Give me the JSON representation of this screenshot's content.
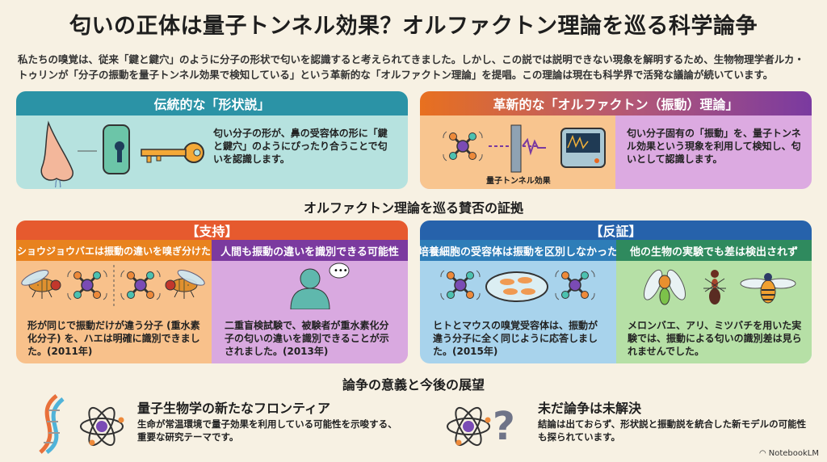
{
  "title": "匂いの正体は量子トンネル効果？オルファクトン理論を巡る科学論争",
  "intro": "私たちの嗅覚は、従来「鍵と鍵穴」のように分子の形状で匂いを認識すると考えられてきました。しかし、この説では説明できない現象を解明するため、生物物理学者ルカ・トゥリンが「分子の振動を量子トンネル効果で検知している」という革新的な「オルファクトン理論」を提唱。この理論は現在も科学界で活発な議論が続いています。",
  "shape_theory": {
    "title": "伝統的な「形状説」",
    "text": "匂い分子の形が、鼻の受容体の形に「鍵と鍵穴」のようにぴったり合うことで匂いを認識します。"
  },
  "vibration_theory": {
    "title": "革新的な「オルファクトン（振動）理論」",
    "caption": "量子トンネル効果",
    "text": "匂い分子固有の「振動」を、量子トンネル効果という現象を利用して検知し、匂いとして認識します。"
  },
  "evidence_heading": "オルファクトン理論を巡る賛否の証拠",
  "support": {
    "title": "【支持】",
    "items": [
      {
        "heading": "ショウジョウバエは振動の違いを嗅ぎ分けた",
        "text": "形が同じで振動だけが違う分子 (重水素化分子) を、ハエは明確に識別できました。(2011年)"
      },
      {
        "heading": "人間も振動の違いを識別できる可能性",
        "text": "二重盲検試験で、被験者が重水素化分子の匂いの違いを識別できることが示されました。(2013年)"
      }
    ]
  },
  "refute": {
    "title": "【反証】",
    "items": [
      {
        "heading": "培養細胞の受容体は振動を区別しなかった",
        "text": "ヒトとマウスの嗅覚受容体は、振動が違う分子に全く同じように応答しました。(2015年)"
      },
      {
        "heading": "他の生物の実験でも差は検出されず",
        "text": "メロンバエ、アリ、ミツバチを用いた実験では、振動による匂いの識別差は見られませんでした。"
      }
    ]
  },
  "outlook_heading": "論争の意義と今後の展望",
  "outlook": [
    {
      "title": "量子生物学の新たなフロンティア",
      "text": "生命が常温環境で量子効果を利用している可能性を示唆する、重要な研究テーマです。"
    },
    {
      "title": "未だ論争は未解決",
      "text": "結論は出ておらず、形状説と振動説を統合した新モデルの可能性も探られています。"
    }
  ],
  "brand": "NotebookLM",
  "colors": {
    "teal": "#2b93a6",
    "orange": "#e8671f",
    "purple": "#7a3aa0",
    "blue": "#2662ab",
    "green": "#2f8a5e"
  }
}
